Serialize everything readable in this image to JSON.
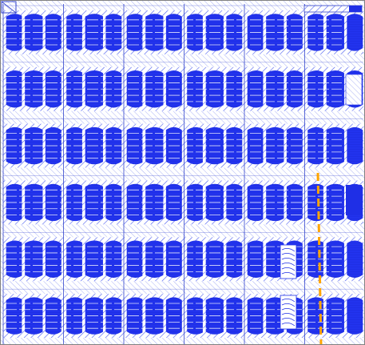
{
  "viewer": {
    "grid_columns": 6,
    "grid_rows": 6,
    "colors": {
      "background": "#ffffff",
      "fill": "#1f2fe6",
      "hatch": "#4a5cf0",
      "hatch_light": "#aab2f5",
      "cell_border": "#3344cc",
      "guide_line": "#ffa500",
      "white_wire": "#ffffff"
    },
    "guide": {
      "style": "dashed",
      "orientation": "vertical"
    },
    "icons": [
      "corner-frame-icon",
      "header-bar-icon"
    ]
  }
}
